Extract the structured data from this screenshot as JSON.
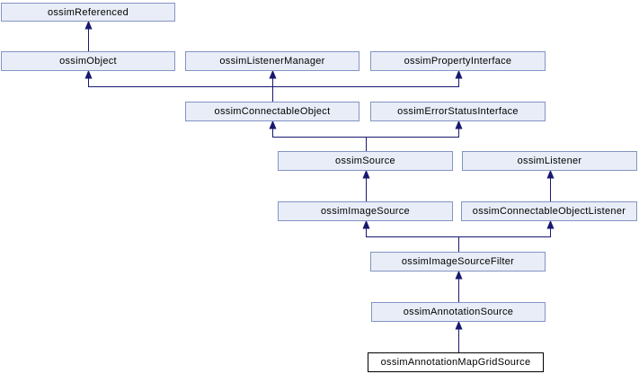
{
  "diagram": {
    "type": "class-inheritance-graph",
    "colors": {
      "background": "#ffffff",
      "node_fill": "#e8edf7",
      "node_border": "#8494c4",
      "current_node_fill": "#ffffff",
      "current_node_border": "#000000",
      "text_color": "#000000",
      "edge": "#191970"
    },
    "nodes": [
      {
        "label": "ossimReferenced",
        "current": false
      },
      {
        "label": "ossimObject",
        "current": false
      },
      {
        "label": "ossimListenerManager",
        "current": false
      },
      {
        "label": "ossimPropertyInterface",
        "current": false
      },
      {
        "label": "ossimConnectableObject",
        "current": false
      },
      {
        "label": "ossimErrorStatusInterface",
        "current": false
      },
      {
        "label": "ossimSource",
        "current": false
      },
      {
        "label": "ossimListener",
        "current": false
      },
      {
        "label": "ossimImageSource",
        "current": false
      },
      {
        "label": "ossimConnectableObjectListener",
        "current": false
      },
      {
        "label": "ossimImageSourceFilter",
        "current": false
      },
      {
        "label": "ossimAnnotationSource",
        "current": false
      },
      {
        "label": "ossimAnnotationMapGridSource",
        "current": true
      }
    ],
    "edges": [
      {
        "from": "ossimObject",
        "to": "ossimReferenced"
      },
      {
        "from": "ossimConnectableObject",
        "to": "ossimObject"
      },
      {
        "from": "ossimConnectableObject",
        "to": "ossimListenerManager"
      },
      {
        "from": "ossimConnectableObject",
        "to": "ossimPropertyInterface"
      },
      {
        "from": "ossimSource",
        "to": "ossimConnectableObject"
      },
      {
        "from": "ossimSource",
        "to": "ossimErrorStatusInterface"
      },
      {
        "from": "ossimImageSource",
        "to": "ossimSource"
      },
      {
        "from": "ossimConnectableObjectListener",
        "to": "ossimListener"
      },
      {
        "from": "ossimImageSourceFilter",
        "to": "ossimImageSource"
      },
      {
        "from": "ossimImageSourceFilter",
        "to": "ossimConnectableObjectListener"
      },
      {
        "from": "ossimAnnotationSource",
        "to": "ossimImageSourceFilter"
      },
      {
        "from": "ossimAnnotationMapGridSource",
        "to": "ossimAnnotationSource"
      }
    ]
  }
}
